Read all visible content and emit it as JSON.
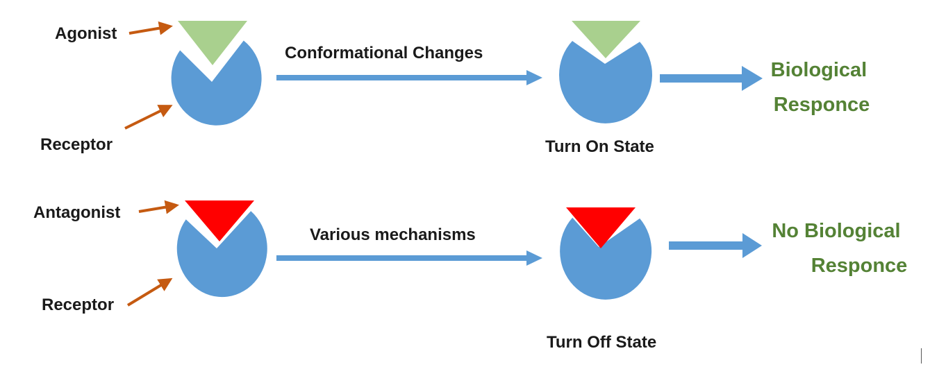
{
  "colors": {
    "receptor": "#5b9bd5",
    "agonist": "#a9d08e",
    "antagonist": "#ff0000",
    "pointer_arrow": "#c55a11",
    "flow_arrow": "#5b9bd5",
    "response_text": "#548235"
  },
  "row_agonist": {
    "ligand_label": "Agonist",
    "receptor_label": "Receptor",
    "process_label": "Conformational Changes",
    "state_label": "Turn On State",
    "response_line1": "Biological",
    "response_line2": "Responce"
  },
  "row_antagonist": {
    "ligand_label": "Antagonist",
    "receptor_label": "Receptor",
    "process_label": "Various mechanisms",
    "state_label": "Turn Off State",
    "response_line1": "No Biological",
    "response_line2": "Responce"
  }
}
